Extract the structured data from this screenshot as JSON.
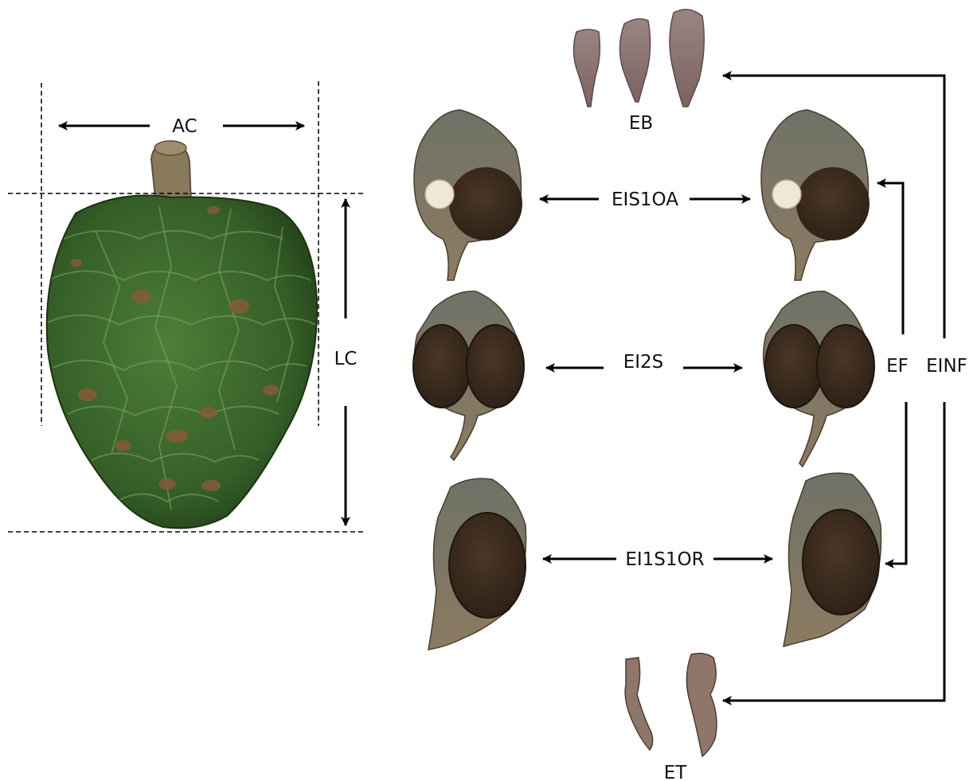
{
  "labels": {
    "ac": "AC",
    "lc": "LC",
    "eb": "EB",
    "eis1oa": "EIS1OA",
    "ei2s": "EI2S",
    "ei1s1or": "EI1S1OR",
    "ef": "EF",
    "einf": "EINF",
    "et": "ET"
  },
  "colors": {
    "cone_green": "#3c6b2e",
    "cone_dark": "#243f1a",
    "bract": "#8a7470",
    "scale_brown": "#5a4532",
    "seed": "#3b2c1f",
    "seed_coat": "#7a6a55",
    "white_ovule": "#efe8d6"
  }
}
